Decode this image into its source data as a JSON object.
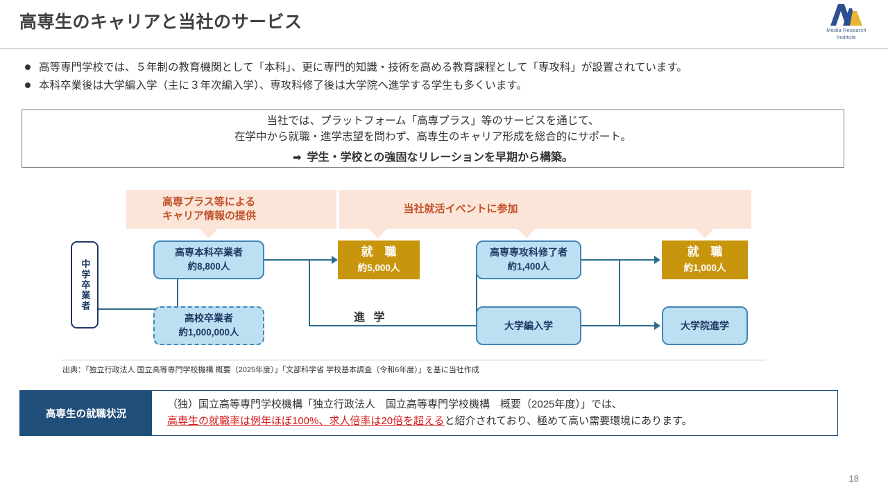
{
  "header": {
    "title": "高専生のキャリアと当社のサービス",
    "logo": {
      "name": "media-research-institute-logo",
      "line1": "Media Research",
      "line2": "Institute",
      "blue": "#2e4f8f",
      "gold": "#e8b533"
    }
  },
  "bullets": [
    "高等専門学校では、５年制の教育機関として「本科」、更に専門的知識・技術を高める教育課程として「専攻科」が設置されています。",
    "本科卒業後は大学編入学（主に３年次編入学）、専攻科修了後は大学院へ進学する学生も多くいます。"
  ],
  "statement": {
    "line1": "当社では、プラットフォーム「高専プラス」等のサービスを通じて、",
    "line2": "在学中から就職・進学志望を問わず、高専生のキャリア形成を総合的にサポート。",
    "arrow": "➡",
    "emphasis": "学生・学校との強固なリレーションを早期から構築。"
  },
  "diagram": {
    "banners": [
      {
        "id": "career-info",
        "line1": "高専プラス等による",
        "line2": "キャリア情報の提供"
      },
      {
        "id": "job-event",
        "text": "当社就活イベントに参加"
      }
    ],
    "nodes": {
      "junior_high": {
        "title": "中学卒業者"
      },
      "kosen_main": {
        "title": "高専本科卒業者",
        "sub": "約8,800人"
      },
      "high_school": {
        "title": "高校卒業者",
        "sub": "約1,000,000人"
      },
      "employment1": {
        "title": "就 職",
        "sub": "約5,000人"
      },
      "kosen_advanced": {
        "title": "高専専攻科修了者",
        "sub": "約1,400人"
      },
      "university_transfer": {
        "title": "大学編入学"
      },
      "employment2": {
        "title": "就 職",
        "sub": "約1,000人"
      },
      "graduate_school": {
        "title": "大学院進学"
      }
    },
    "flow_label": "進 学",
    "source_note": "出典：「独立行政法人 国立高等専門学校機構 概要（2025年度）」「文部科学省 学校基本調査（令和6年度）」を基に当社作成",
    "colors": {
      "banner_fill": "#fbe5d8",
      "banner_text": "#c0522a",
      "node_blue_fill": "#bddff2",
      "node_blue_border": "#3f86b5",
      "node_gold_fill": "#c8960c",
      "connector": "#2e6e8e"
    }
  },
  "callout": {
    "label": "高専生の就職状況",
    "line1": "（独）国立高等専門学校機構「独立行政法人　国立高等専門学校機構　概要（2025年度）」では、",
    "line2_red": "高専生の就職率は例年ほぼ100%、求人倍率は20倍を超える",
    "line2_rest": "と紹介されており、極めて高い需要環境にあります。",
    "label_color": "#1f4e79",
    "highlight_color": "#d61a1a"
  },
  "page_number": "18"
}
